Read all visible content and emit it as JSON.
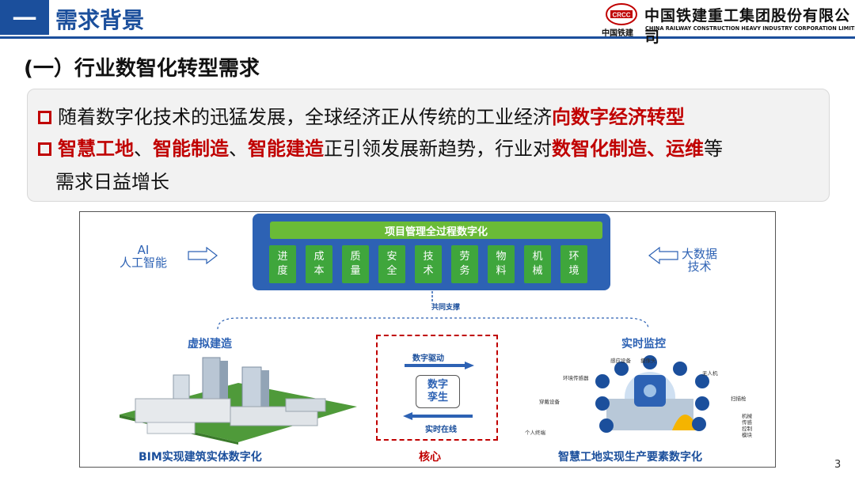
{
  "header": {
    "section_number": "一",
    "section_title": "需求背景",
    "company_cn": "中国铁建重工集团股份有限公司",
    "company_en": "CHINA RAILWAY CONSTRUCTION HEAVY INDUSTRY CORPORATION LIMITED",
    "logo_sub": "中国铁建",
    "logo_mark_text": "CRCC"
  },
  "subsection_title": "(一）行业数智化转型需求",
  "bullets": {
    "b1_plain": "随着数字化技术的迅猛发展，全球经济正从传统的工业经济",
    "b1_red": "向数字经济转型",
    "b2_red1": "智慧工地",
    "b2_sep1": "、",
    "b2_red2": "智能制造",
    "b2_sep2": "、",
    "b2_red3": "智能建造",
    "b2_plain1": "正引领发展新趋势，行业对",
    "b2_red4": "数智化制造、运维",
    "b2_plain2": "等",
    "b3": "需求日益增长"
  },
  "diagram": {
    "pm_title": "项目管理全过程数字化",
    "pm_items": [
      "进\n度",
      "成\n本",
      "质\n量",
      "安\n全",
      "技\n术",
      "劳\n务",
      "物\n料",
      "机\n械",
      "环\n境"
    ],
    "ai_line1": "AI",
    "ai_line2": "人工智能",
    "bigdata_line1": "大数据",
    "bigdata_line2": "技术",
    "support": "共同支撑",
    "virtual_build": "虚拟建造",
    "realtime_monitor": "实时监控",
    "digital_drive": "数字驱动",
    "digital_twin": "数字\n孪生",
    "realtime_online": "实时在线",
    "bim_caption": "BIM实现建筑实体数字化",
    "core_caption": "核心",
    "site_caption": "智慧工地实现生产要素数字化",
    "iot_labels": {
      "sensor_device": "感应设备",
      "camera": "摄像头",
      "env_sensor": "环境传感器",
      "drone": "无人机",
      "wearable": "穿戴设备",
      "scanner": "扫描枪",
      "personal_terminal": "个人终端",
      "machine_sensor_line1": "机械",
      "machine_sensor_line2": "传感",
      "machine_sensor_line3": "控制",
      "machine_sensor_line4": "模块"
    }
  },
  "page_number": "3",
  "colors": {
    "brand_blue": "#1b4f9c",
    "accent_red": "#c00000",
    "pm_blue": "#2d62b4",
    "pm_green": "#3fa63c",
    "pm_title_green": "#6abb37"
  }
}
